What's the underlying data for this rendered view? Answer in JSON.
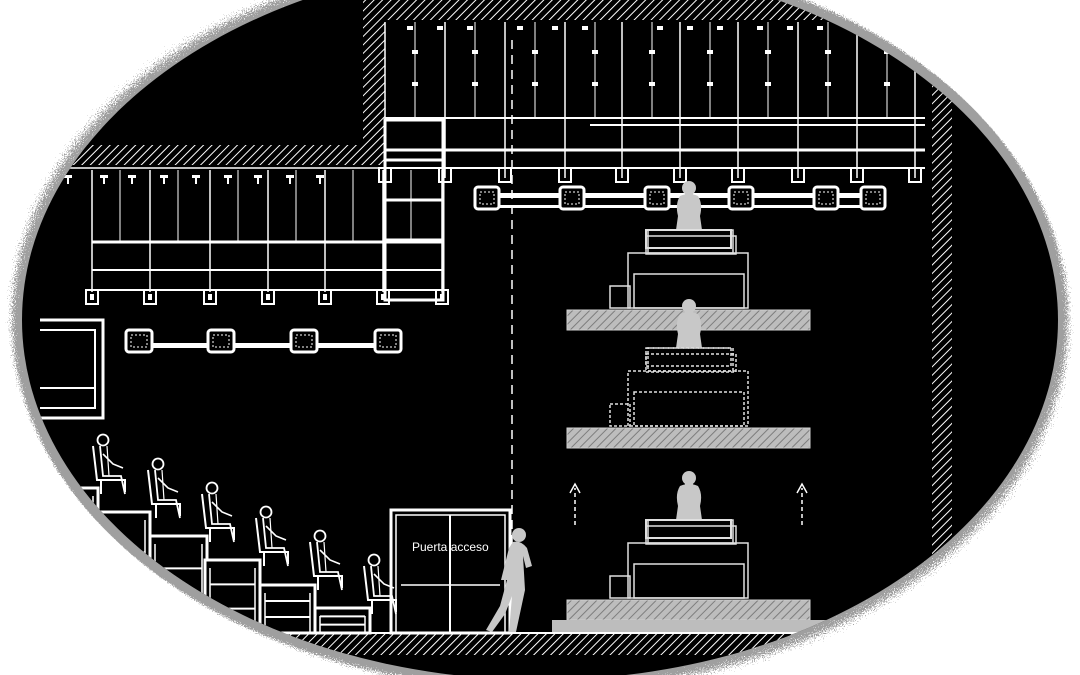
{
  "labels": {
    "door": "Puerta acceso"
  },
  "colors": {
    "background": "#000000",
    "lines": "#ffffff",
    "figures": "#c8c8c8",
    "border_noise": "#7a7a7a"
  },
  "elements": {
    "spectators": 6,
    "busts": 3,
    "platforms": 3,
    "standing_person": 1
  }
}
